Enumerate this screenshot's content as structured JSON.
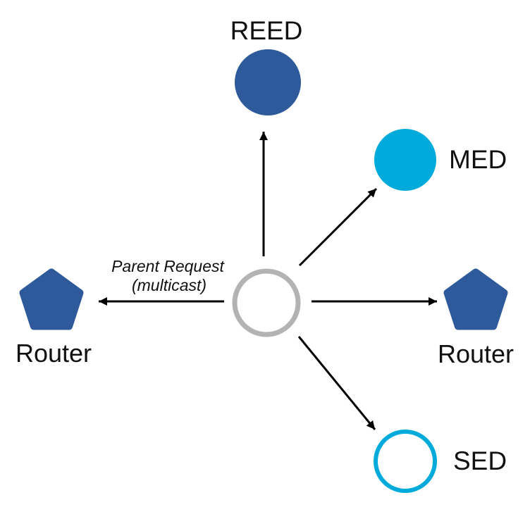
{
  "diagram": {
    "description_labels": {
      "annotation_line1": "Parent Request",
      "annotation_line2": "(multicast)"
    },
    "nodes": [
      {
        "id": "reed",
        "label": "REED",
        "shape": "filled-circle",
        "color": "#2E5A9C"
      },
      {
        "id": "med",
        "label": "MED",
        "shape": "filled-circle",
        "color": "#00ABDC"
      },
      {
        "id": "router-right",
        "label": "Router",
        "shape": "pentagon",
        "color": "#2E5A9C"
      },
      {
        "id": "sed",
        "label": "SED",
        "shape": "outlined-circle",
        "color": "#00ABDC"
      },
      {
        "id": "router-left",
        "label": "Router",
        "shape": "pentagon",
        "color": "#2E5A9C"
      },
      {
        "id": "joiner",
        "label": "",
        "shape": "outlined-circle",
        "color": "#B3B3B3"
      }
    ],
    "colors": {
      "arrow": "#000000",
      "background": "#FFFFFF"
    }
  }
}
